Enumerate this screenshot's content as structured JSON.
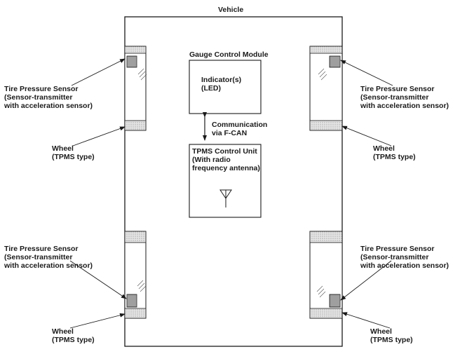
{
  "vehicle_label": "Vehicle",
  "gauge_module": {
    "title": "Gauge Control Module",
    "indicator_line1": "Indicator(s)",
    "indicator_line2": "(LED)"
  },
  "communication": {
    "line1": "Communication",
    "line2": "via F-CAN"
  },
  "tpms_unit": {
    "line1": "TPMS Control Unit",
    "line2": "(With radio",
    "line3": "frequency antenna)"
  },
  "sensor_label": {
    "line1": "Tire Pressure Sensor",
    "line2": "(Sensor-transmitter",
    "line3": "with acceleration sensor)"
  },
  "wheel_label": {
    "line1": "Wheel",
    "line2": "(TPMS type)"
  }
}
